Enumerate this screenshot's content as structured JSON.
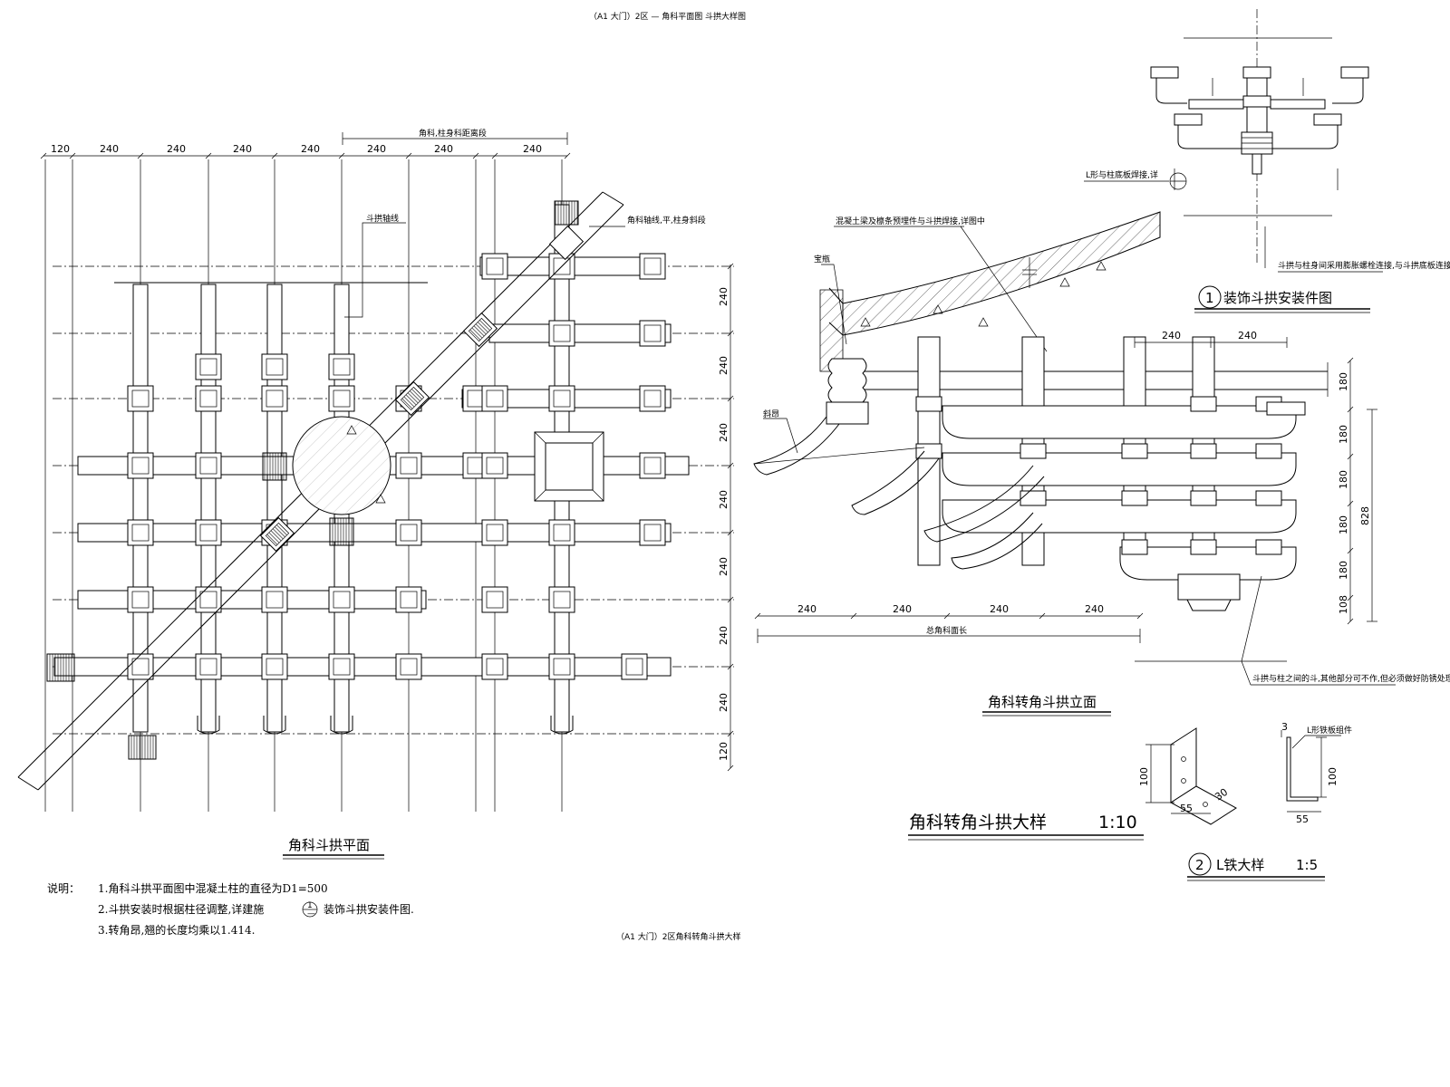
{
  "header": {
    "text": "（A1 大门）2区 — 角科平面图 斗拱大样图"
  },
  "plan": {
    "title": "角科斗拱平面",
    "top_label": "角科,柱身科距离段",
    "top_dims": [
      "120",
      "240",
      "240",
      "240",
      "240",
      "240",
      "240",
      "240"
    ],
    "right_dims": [
      "240",
      "240",
      "240",
      "240",
      "240",
      "240",
      "240",
      "120"
    ],
    "callout_1": "斗拱轴线",
    "callout_2": "角科轴线,平,柱身斜段"
  },
  "notes": {
    "heading": "说明：",
    "items": [
      "1.角科斗拱平面图中混凝土柱的直径为D1=500",
      "2.斗拱安装时根据柱径调整,详建施",
      "装饰斗拱安装件图.",
      "3.转角昂,翘的长度均乘以1.414."
    ],
    "symbol_top": "1",
    "symbol_bottom": "—"
  },
  "footer": {
    "text": "（A1 大门）2区角科转角斗拱大样"
  },
  "install": {
    "number": "1",
    "title": "装饰斗拱安装件图",
    "label_a": "L形与柱底板焊接,详",
    "label_b": "斗拱与柱身间采用膨胀螺栓连接,与斗拱底板连接"
  },
  "elevation": {
    "title": "角科转角斗拱立面",
    "label_top": "混凝土梁及檩条预埋件与斗拱焊接,详图中",
    "label_left1": "宝瓶",
    "label_left2": "斜昂",
    "bottom_dims": [
      "240",
      "240",
      "240",
      "240"
    ],
    "bottom_label": "总角科面长",
    "top_dims": [
      "240",
      "240"
    ],
    "right_dims": [
      "180",
      "180",
      "180",
      "180",
      "180",
      "108"
    ],
    "total": "828",
    "note": "斗拱与柱之间的斗,其他部分可不作,但必须做好防锈处理。"
  },
  "detail_title": {
    "text": "角科转角斗拱大样",
    "scale": "1:10"
  },
  "liron": {
    "number": "2",
    "title": "L铁大样",
    "scale": "1:5",
    "dim_h1": "100",
    "dim_w1": "55",
    "dim_d1": "30",
    "dim_h2": "100",
    "dim_w2": "55",
    "dim_t": "3",
    "label": "L形铁板组件"
  }
}
